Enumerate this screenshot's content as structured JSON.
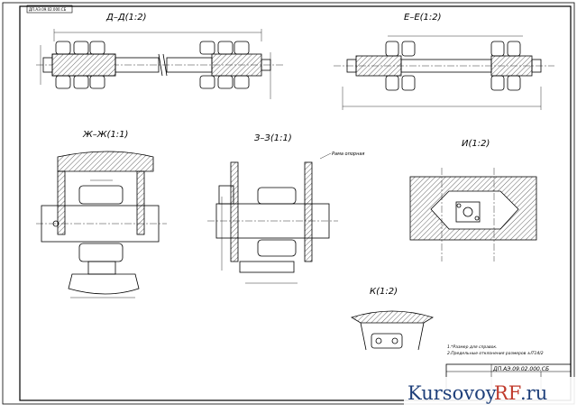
{
  "drawing": {
    "stamp_code": "ДП.АЭ.09.02.000.СБ",
    "side_code": "ДП.АЭ.09.02.000.СБ",
    "notes": [
      "1.*Размер для справок.",
      "2.Предельные отклонения размеров ±IT14/2"
    ]
  },
  "views": [
    {
      "title": "Д–Д(1:2)"
    },
    {
      "title": "Е–Е(1:2)"
    },
    {
      "title": "Ж–Ж(1:1)"
    },
    {
      "title": "З–З(1:1)"
    },
    {
      "title": "И(1:2)"
    },
    {
      "title": "К(1:2)"
    }
  ],
  "annotations": {
    "rama": "Рама опорная"
  },
  "watermark": {
    "part1": "Kursovoy",
    "part2": "RF",
    "part3": ".ru"
  }
}
